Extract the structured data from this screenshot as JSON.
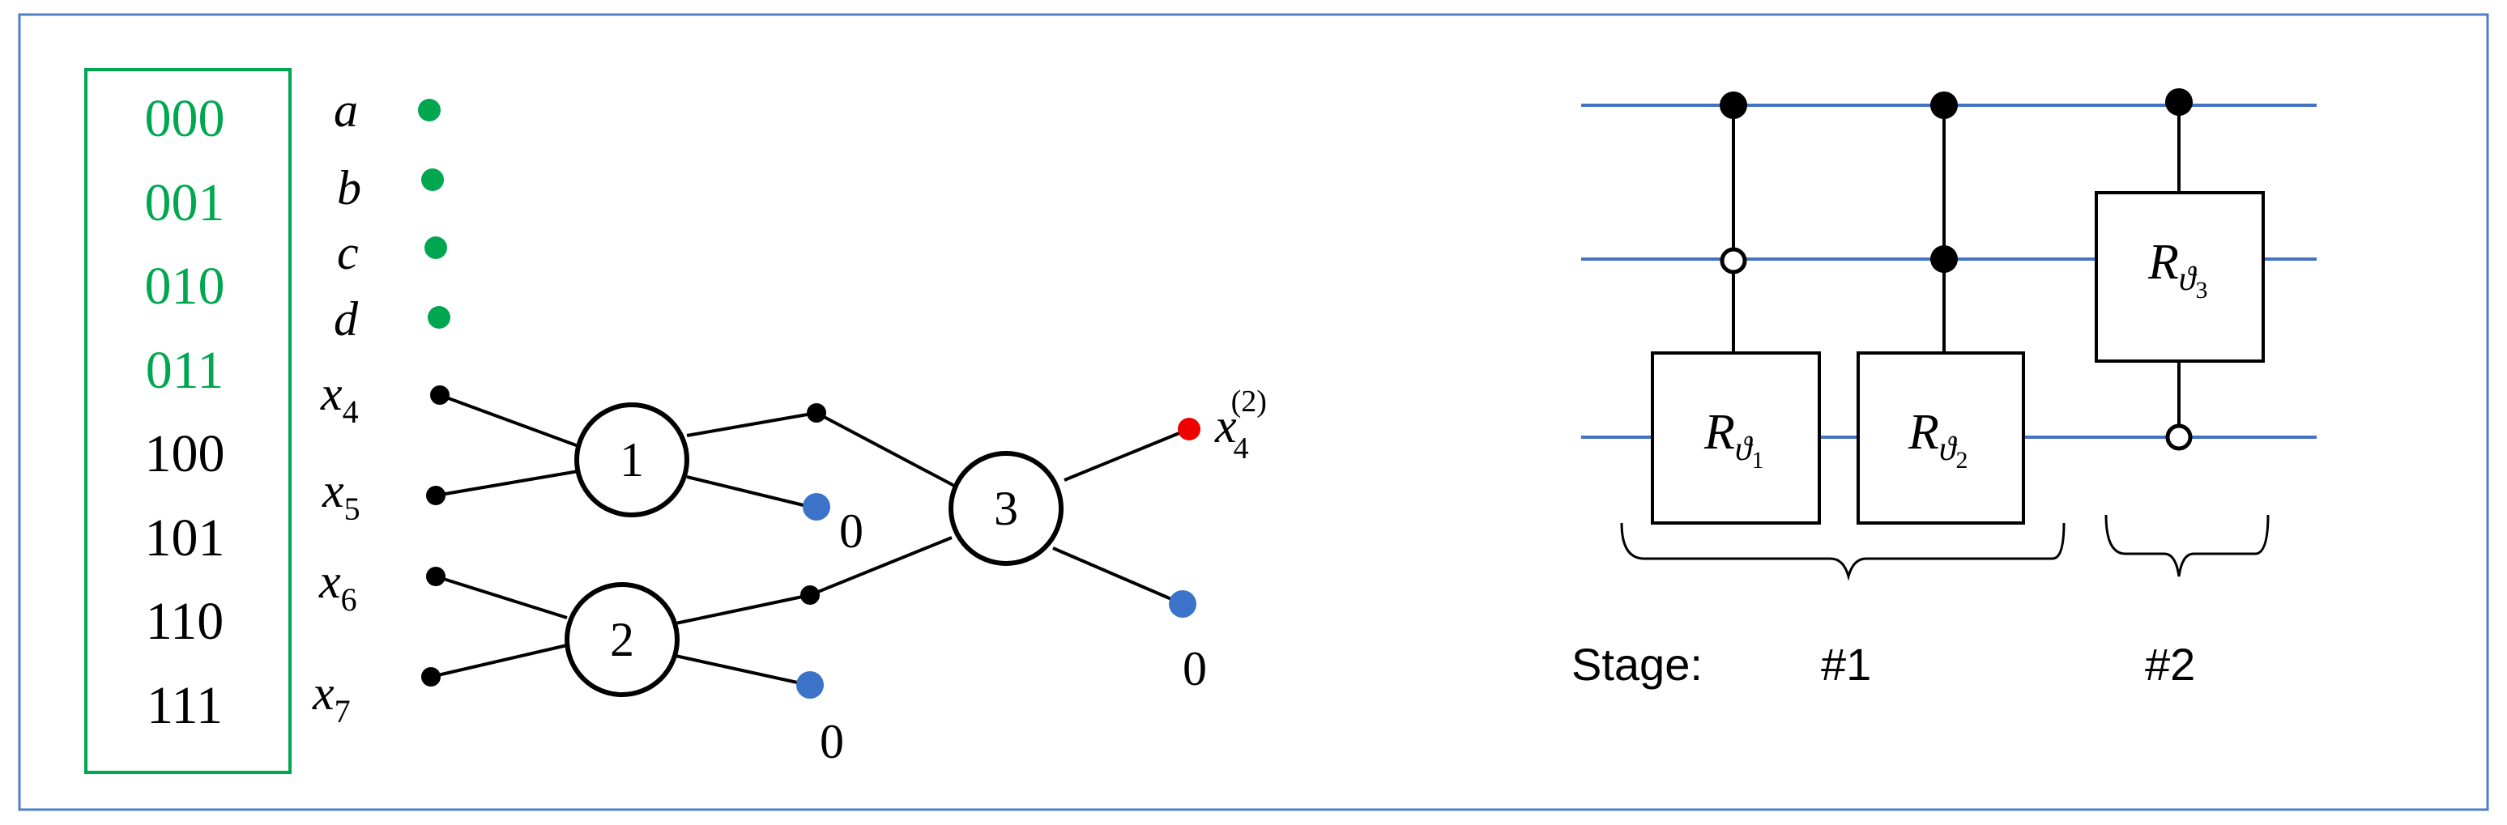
{
  "colors": {
    "frame": "#4f7fc4",
    "green": "#00a650",
    "wire": "#4472c4",
    "black": "#000000",
    "red": "#ee0000",
    "blue_dot": "#3b73c8"
  },
  "address_table": {
    "rows": [
      {
        "code": "000",
        "highlight": true
      },
      {
        "code": "001",
        "highlight": true
      },
      {
        "code": "010",
        "highlight": true
      },
      {
        "code": "011",
        "highlight": true
      },
      {
        "code": "100",
        "highlight": false
      },
      {
        "code": "101",
        "highlight": false
      },
      {
        "code": "110",
        "highlight": false
      },
      {
        "code": "111",
        "highlight": false
      }
    ]
  },
  "leaf_labels": {
    "a": "a",
    "b": "b",
    "c": "c",
    "d": "d",
    "x4": {
      "base": "x",
      "sub": "4"
    },
    "x5": {
      "base": "x",
      "sub": "5"
    },
    "x6": {
      "base": "x",
      "sub": "6"
    },
    "x7": {
      "base": "x",
      "sub": "7"
    }
  },
  "tree": {
    "nodes": [
      {
        "id": "node-1",
        "label": "1"
      },
      {
        "id": "node-2",
        "label": "2"
      },
      {
        "id": "node-3",
        "label": "3"
      }
    ],
    "zero_outputs": [
      "0",
      "0",
      "0"
    ],
    "result": {
      "base": "x",
      "sub": "4",
      "sup": "(2)"
    }
  },
  "circuit": {
    "gates": [
      {
        "base": "R",
        "sub": "ϑ",
        "subsub": "1"
      },
      {
        "base": "R",
        "sub": "ϑ",
        "subsub": "2"
      },
      {
        "base": "R",
        "sub": "ϑ",
        "subsub": "3"
      }
    ],
    "stage_label": "Stage:",
    "stage_1": "#1",
    "stage_2": "#2"
  }
}
